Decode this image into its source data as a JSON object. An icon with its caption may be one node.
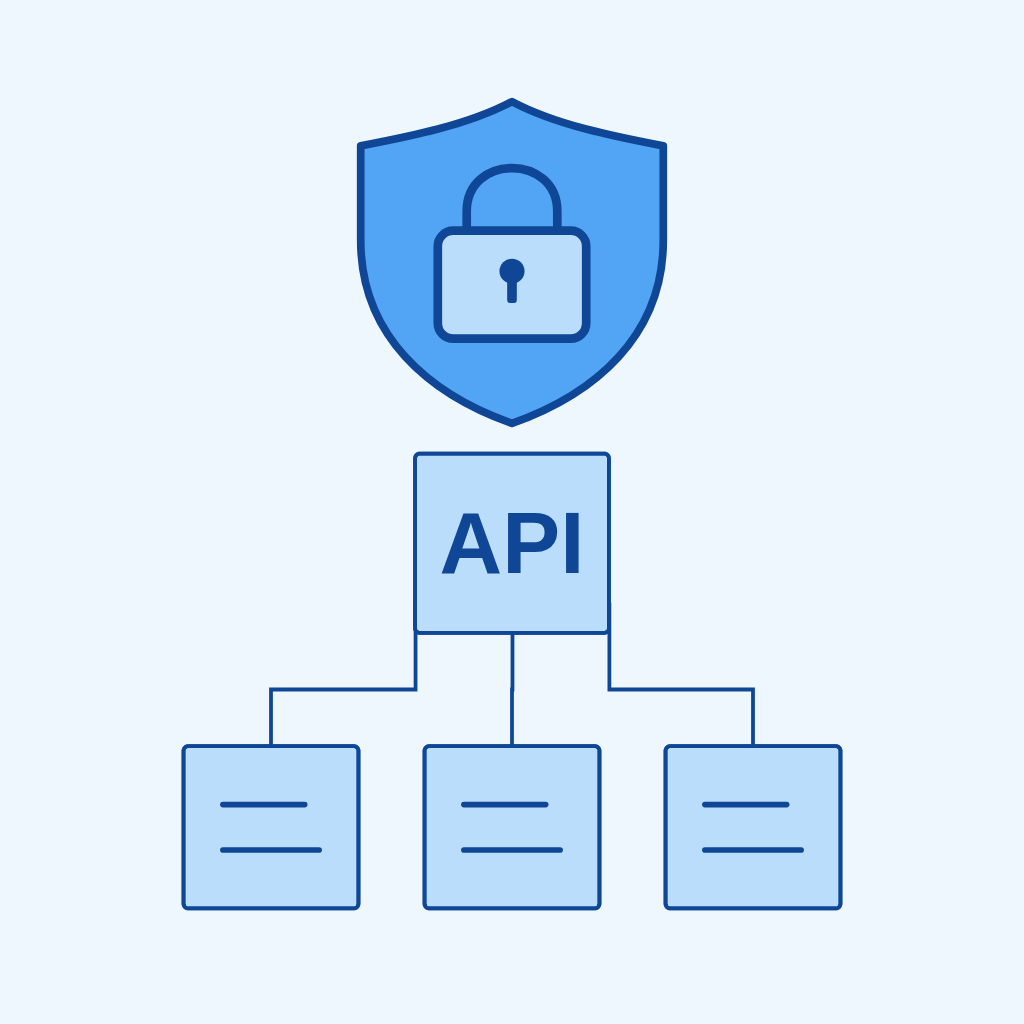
{
  "diagram": {
    "nodes": [
      {
        "text": [
          "API"
        ]
      },
      {
        "text": [],
        "shape": "box"
      },
      {
        "text": [],
        "shape": "box"
      },
      {
        "text": [],
        "shape": "box"
      }
    ],
    "edges": [
      {
        "from": 0,
        "to": 1,
        "arrow": "none"
      },
      {
        "from": 0,
        "to": 2,
        "arrow": "none"
      },
      {
        "from": 0,
        "to": 3,
        "arrow": "none"
      }
    ]
  }
}
